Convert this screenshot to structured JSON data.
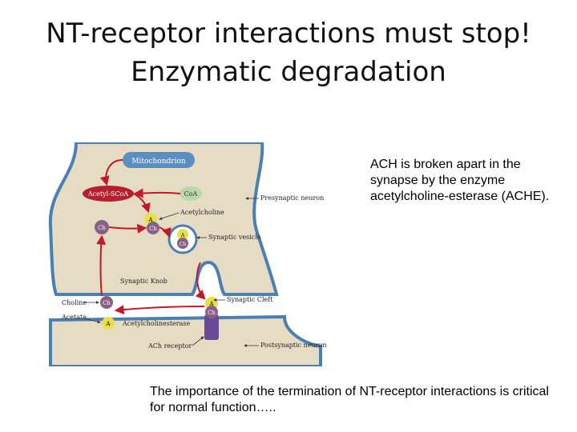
{
  "slide": {
    "title_line1": "NT-receptor interactions must stop!",
    "title_line2": "Enzymatic degradation",
    "side_text": "ACH is broken apart in the synapse by the enzyme acetylcholine-esterase (ACHE).",
    "bottom_text": "The importance of the termination of NT-receptor interactions is critical for normal function….."
  },
  "diagram": {
    "mitochondrion": "Mitochondrion",
    "acetyl_scoa": "Acetyl-SCoA",
    "coa": "CoA",
    "presynaptic_neuron": "Presynaptic neuron",
    "acetylcholine": "Acetylcholine",
    "synaptic_vesicle": "Synaptic vesicle",
    "synaptic_knob": "Synaptic Knob",
    "synaptic_cleft": "Synaptic Cleft",
    "choline": "Choline",
    "acetate": "Acetate",
    "acetylcholinesterase": "Acetylcholinesterase",
    "ach_receptor": "ACh receptor",
    "postsynaptic_neuron": "Postsynaptic neuron",
    "ch": "Ch",
    "a": "A",
    "colors": {
      "cytoplasm": "#e6dcc4",
      "membrane": "#4a7fb5",
      "arrow": "#c4182a",
      "acetyl_scoa": "#b5202e",
      "molecule_a": "#e8e04a",
      "molecule_ch": "#8a5f86",
      "coa": "#b9d7a8",
      "mitochondrion": "#5b8fc2",
      "receptor": "#6c4a9a"
    }
  }
}
